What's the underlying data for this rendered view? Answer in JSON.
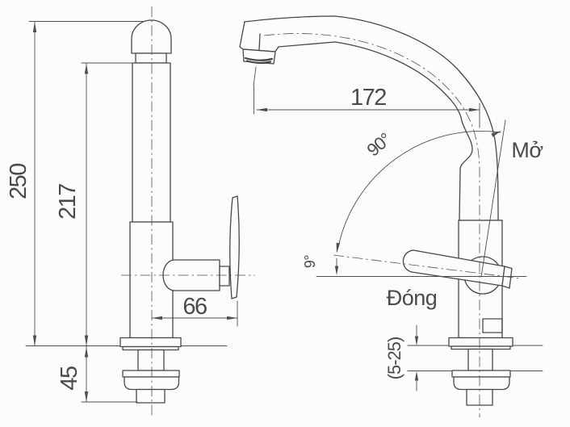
{
  "drawing": {
    "type": "technical-line-drawing",
    "subject": "single-handle cold water kitchen faucet, front view and side view with installation dimensions"
  },
  "dims": {
    "total_height": "250",
    "spout_height": "217",
    "under_deck_depth": "45",
    "handle_offset": "66",
    "spout_reach": "172",
    "open_angle": "90°",
    "close_angle": "9°",
    "deck_thickness": "(5-25)"
  },
  "labels": {
    "open": "Mở",
    "close": "Đóng"
  },
  "colors": {
    "background": "#fcfcfb",
    "line": "#474747",
    "dim": "#4f4f4f",
    "text": "#4a4a4a"
  }
}
